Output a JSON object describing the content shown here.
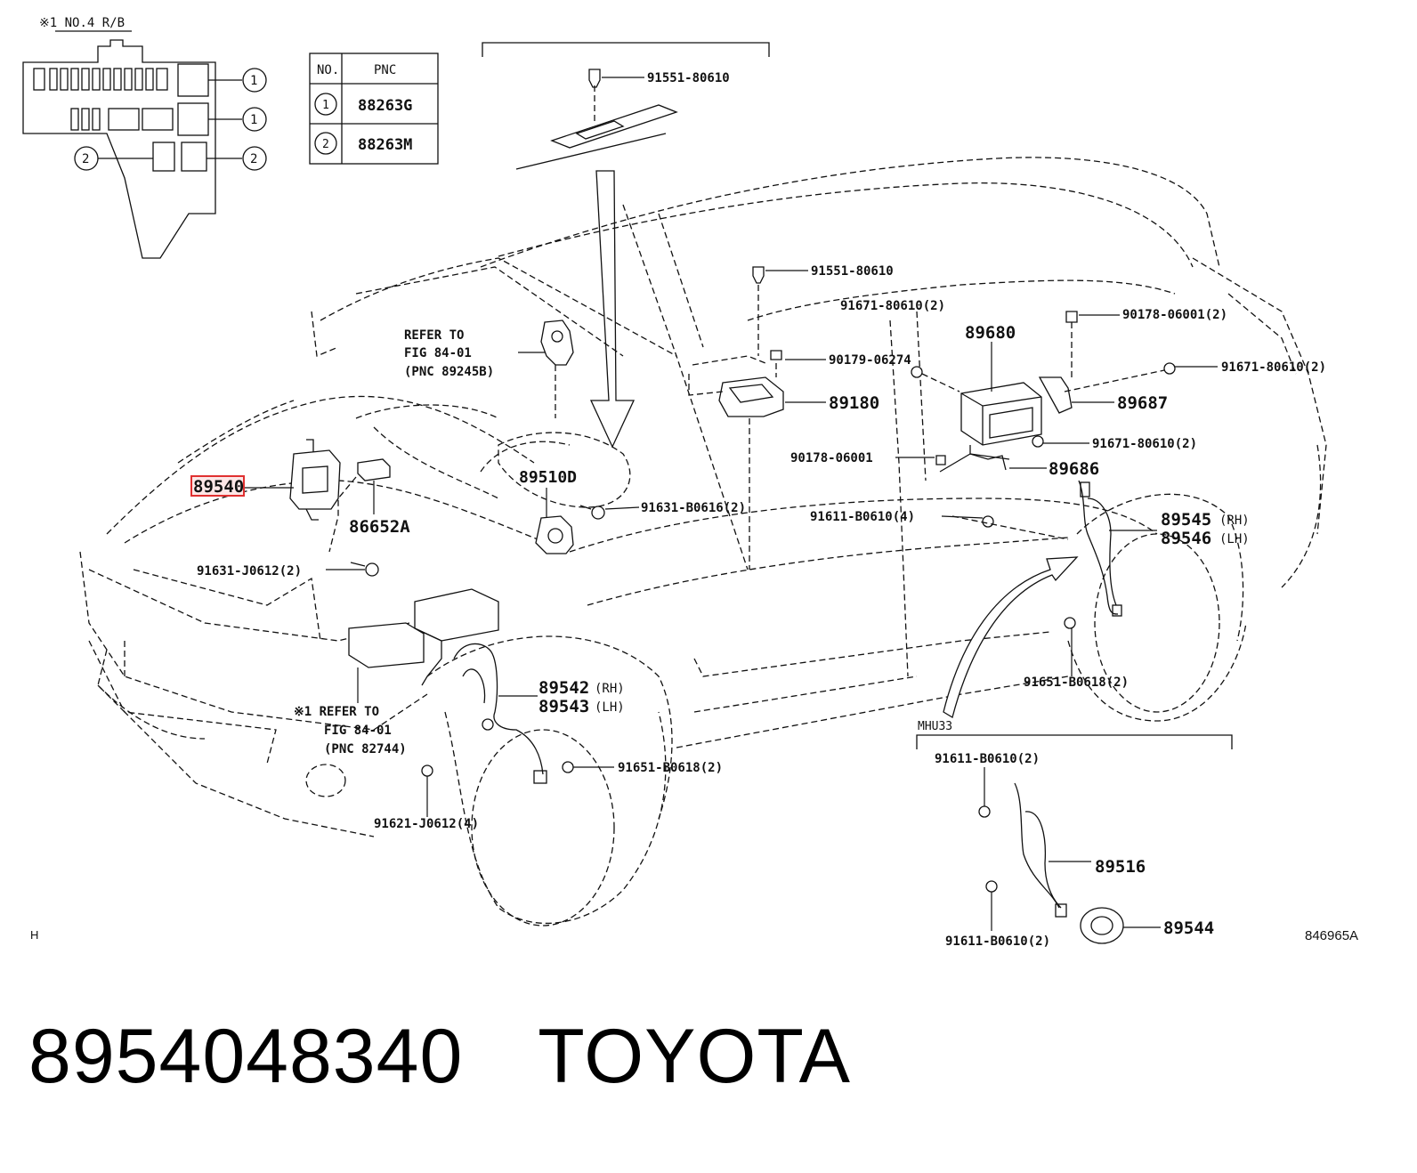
{
  "note_header": "※1 NO.4 R/B",
  "table": {
    "headers": [
      "NO.",
      "PNC"
    ],
    "rows": [
      {
        "no": "1",
        "pnc": "88263G"
      },
      {
        "no": "2",
        "pnc": "88263M"
      }
    ]
  },
  "fuse_markers": [
    "1",
    "1",
    "2",
    "2"
  ],
  "labels": {
    "l91551_top": "91551-80610",
    "l91551_mid": "91551-80610",
    "l91671_a": "91671-80610(2)",
    "l90178_a": "90178-06001(2)",
    "l89680": "89680",
    "l90179": "90179-06274",
    "l91671_b": "91671-80610(2)",
    "l89180": "89180",
    "l89687": "89687",
    "l91671_c": "91671-80610(2)",
    "l90178_b": "90178-06001",
    "l89686": "89686",
    "l89510d": "89510D",
    "l91631_b": "91631-B0616(2)",
    "l91611_a": "91611-B0610(4)",
    "l89545": "89545",
    "l89545_side": "(RH)",
    "l89546": "89546",
    "l89546_side": "(LH)",
    "l89540": "89540",
    "l86652a": "86652A",
    "l91631_j": "91631-J0612(2)",
    "l89542": "89542",
    "l89542_side": "(RH)",
    "l89543": "89543",
    "l89543_side": "(LH)",
    "l91651_a": "91651-B0618(2)",
    "l91651_b": "91651-B0618(2)",
    "l91621": "91621-J0612(4)",
    "mhu33": "MHU33",
    "l91611_b": "91611-B0610(2)",
    "l89516": "89516",
    "l91611_c": "91611-B0610(2)",
    "l89544": "89544",
    "diagram_h": "H",
    "diagram_id": "846965A"
  },
  "refer_1": [
    "REFER TO",
    "FIG 84-01",
    "(PNC 89245B)"
  ],
  "refer_2": [
    "※1 REFER TO",
    "FIG 84-01",
    "(PNC 82744)"
  ],
  "caption": {
    "part_number": "8954048340",
    "brand": "TOYOTA"
  },
  "colors": {
    "highlight": "#e03030",
    "line": "#111111"
  }
}
